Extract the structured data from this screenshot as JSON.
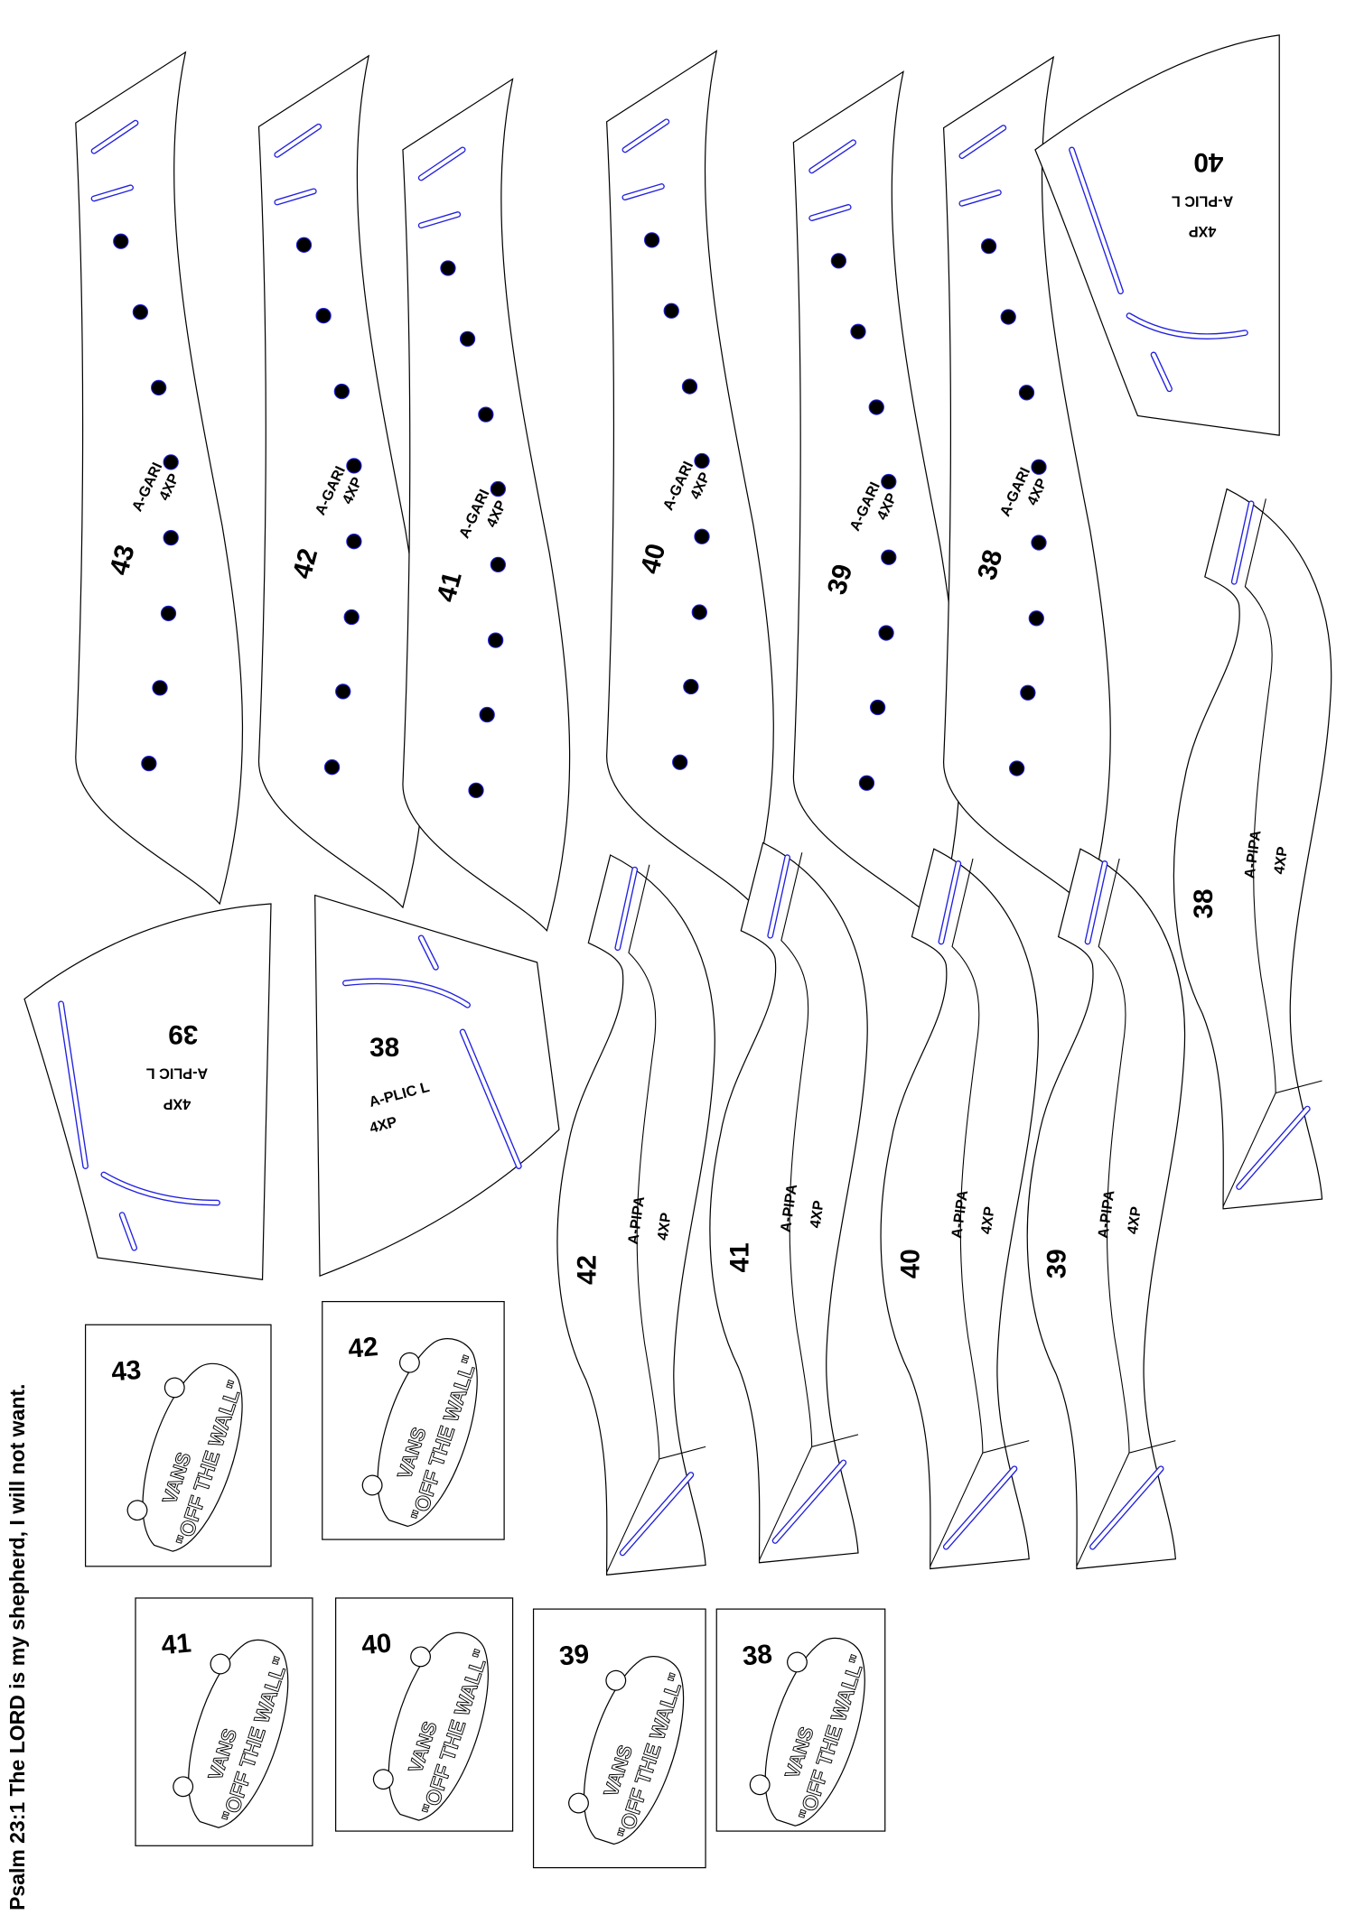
{
  "colors": {
    "outline": "#000000",
    "slot": "#2020e0",
    "background": "#ffffff"
  },
  "footer": {
    "psalm": "Psalm 23:1 The LORD is my shepherd, I will not want."
  },
  "agari": {
    "label": "A-GARI",
    "qty": "4XP",
    "pieces": [
      {
        "size": "43"
      },
      {
        "size": "42"
      },
      {
        "size": "41"
      },
      {
        "size": "40"
      },
      {
        "size": "39"
      },
      {
        "size": "38"
      }
    ]
  },
  "aplic": {
    "label": "A-PLIC L",
    "qty": "4XP",
    "pieces": [
      {
        "size": "40"
      },
      {
        "size": "39"
      },
      {
        "size": "38"
      }
    ]
  },
  "apipa": {
    "label": "A-PIPA",
    "qty": "4XP",
    "pieces": [
      {
        "size": "42"
      },
      {
        "size": "41"
      },
      {
        "size": "40"
      },
      {
        "size": "39"
      },
      {
        "size": "38"
      }
    ]
  },
  "logos": {
    "brand": "VANS",
    "slogan": "\"OFF THE WALL\"",
    "pieces": [
      {
        "size": "43"
      },
      {
        "size": "42"
      },
      {
        "size": "41"
      },
      {
        "size": "40"
      },
      {
        "size": "39"
      },
      {
        "size": "38"
      }
    ]
  }
}
